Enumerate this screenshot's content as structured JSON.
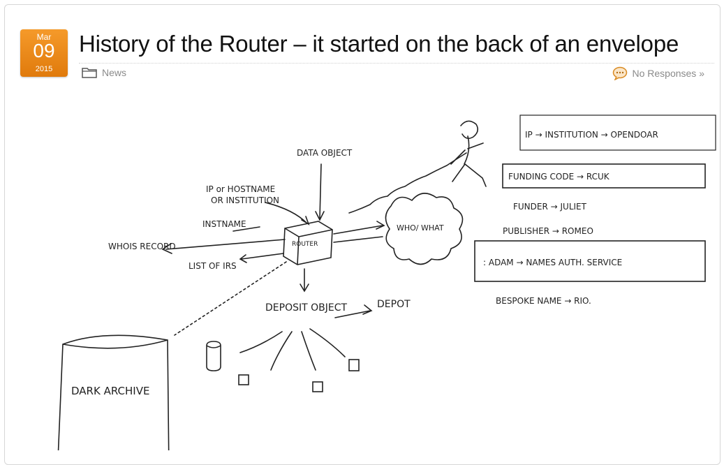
{
  "post": {
    "date": {
      "month": "Mar",
      "day": "09",
      "year": "2015"
    },
    "title": "History of the Router – it started on the back of an envelope",
    "category": "News",
    "comments_link": "No Responses »"
  },
  "sketch": {
    "labels": {
      "data_object": "DATA OBJECT",
      "ip_hostname": "IP or HOSTNAME",
      "or_institution": "OR INSTITUTION",
      "instname": "INSTNAME",
      "router": "ROUTER",
      "whois_record": "WHOIS RECORD",
      "list_of_irs": "LIST OF IRS",
      "who_what": "WHO/ WHAT",
      "deposit_object": "DEPOSIT OBJECT",
      "depot": "DEPOT",
      "dark_archive": "DARK ARCHIVE"
    },
    "mappings": [
      "IP → INSTITUTION → OPENDOAR",
      "FUNDING CODE → RCUK",
      "FUNDER → JULIET",
      "PUBLISHER → ROMEO",
      ": ADAM → NAMES AUTH. SERVICE",
      "BESPOKE NAME → RIO."
    ]
  },
  "icons": {
    "category": "folder-icon",
    "comments": "speech-bubble-icon"
  },
  "colors": {
    "badge": "#f0871a",
    "meta_text": "#8a8a8a",
    "title": "#111111"
  }
}
